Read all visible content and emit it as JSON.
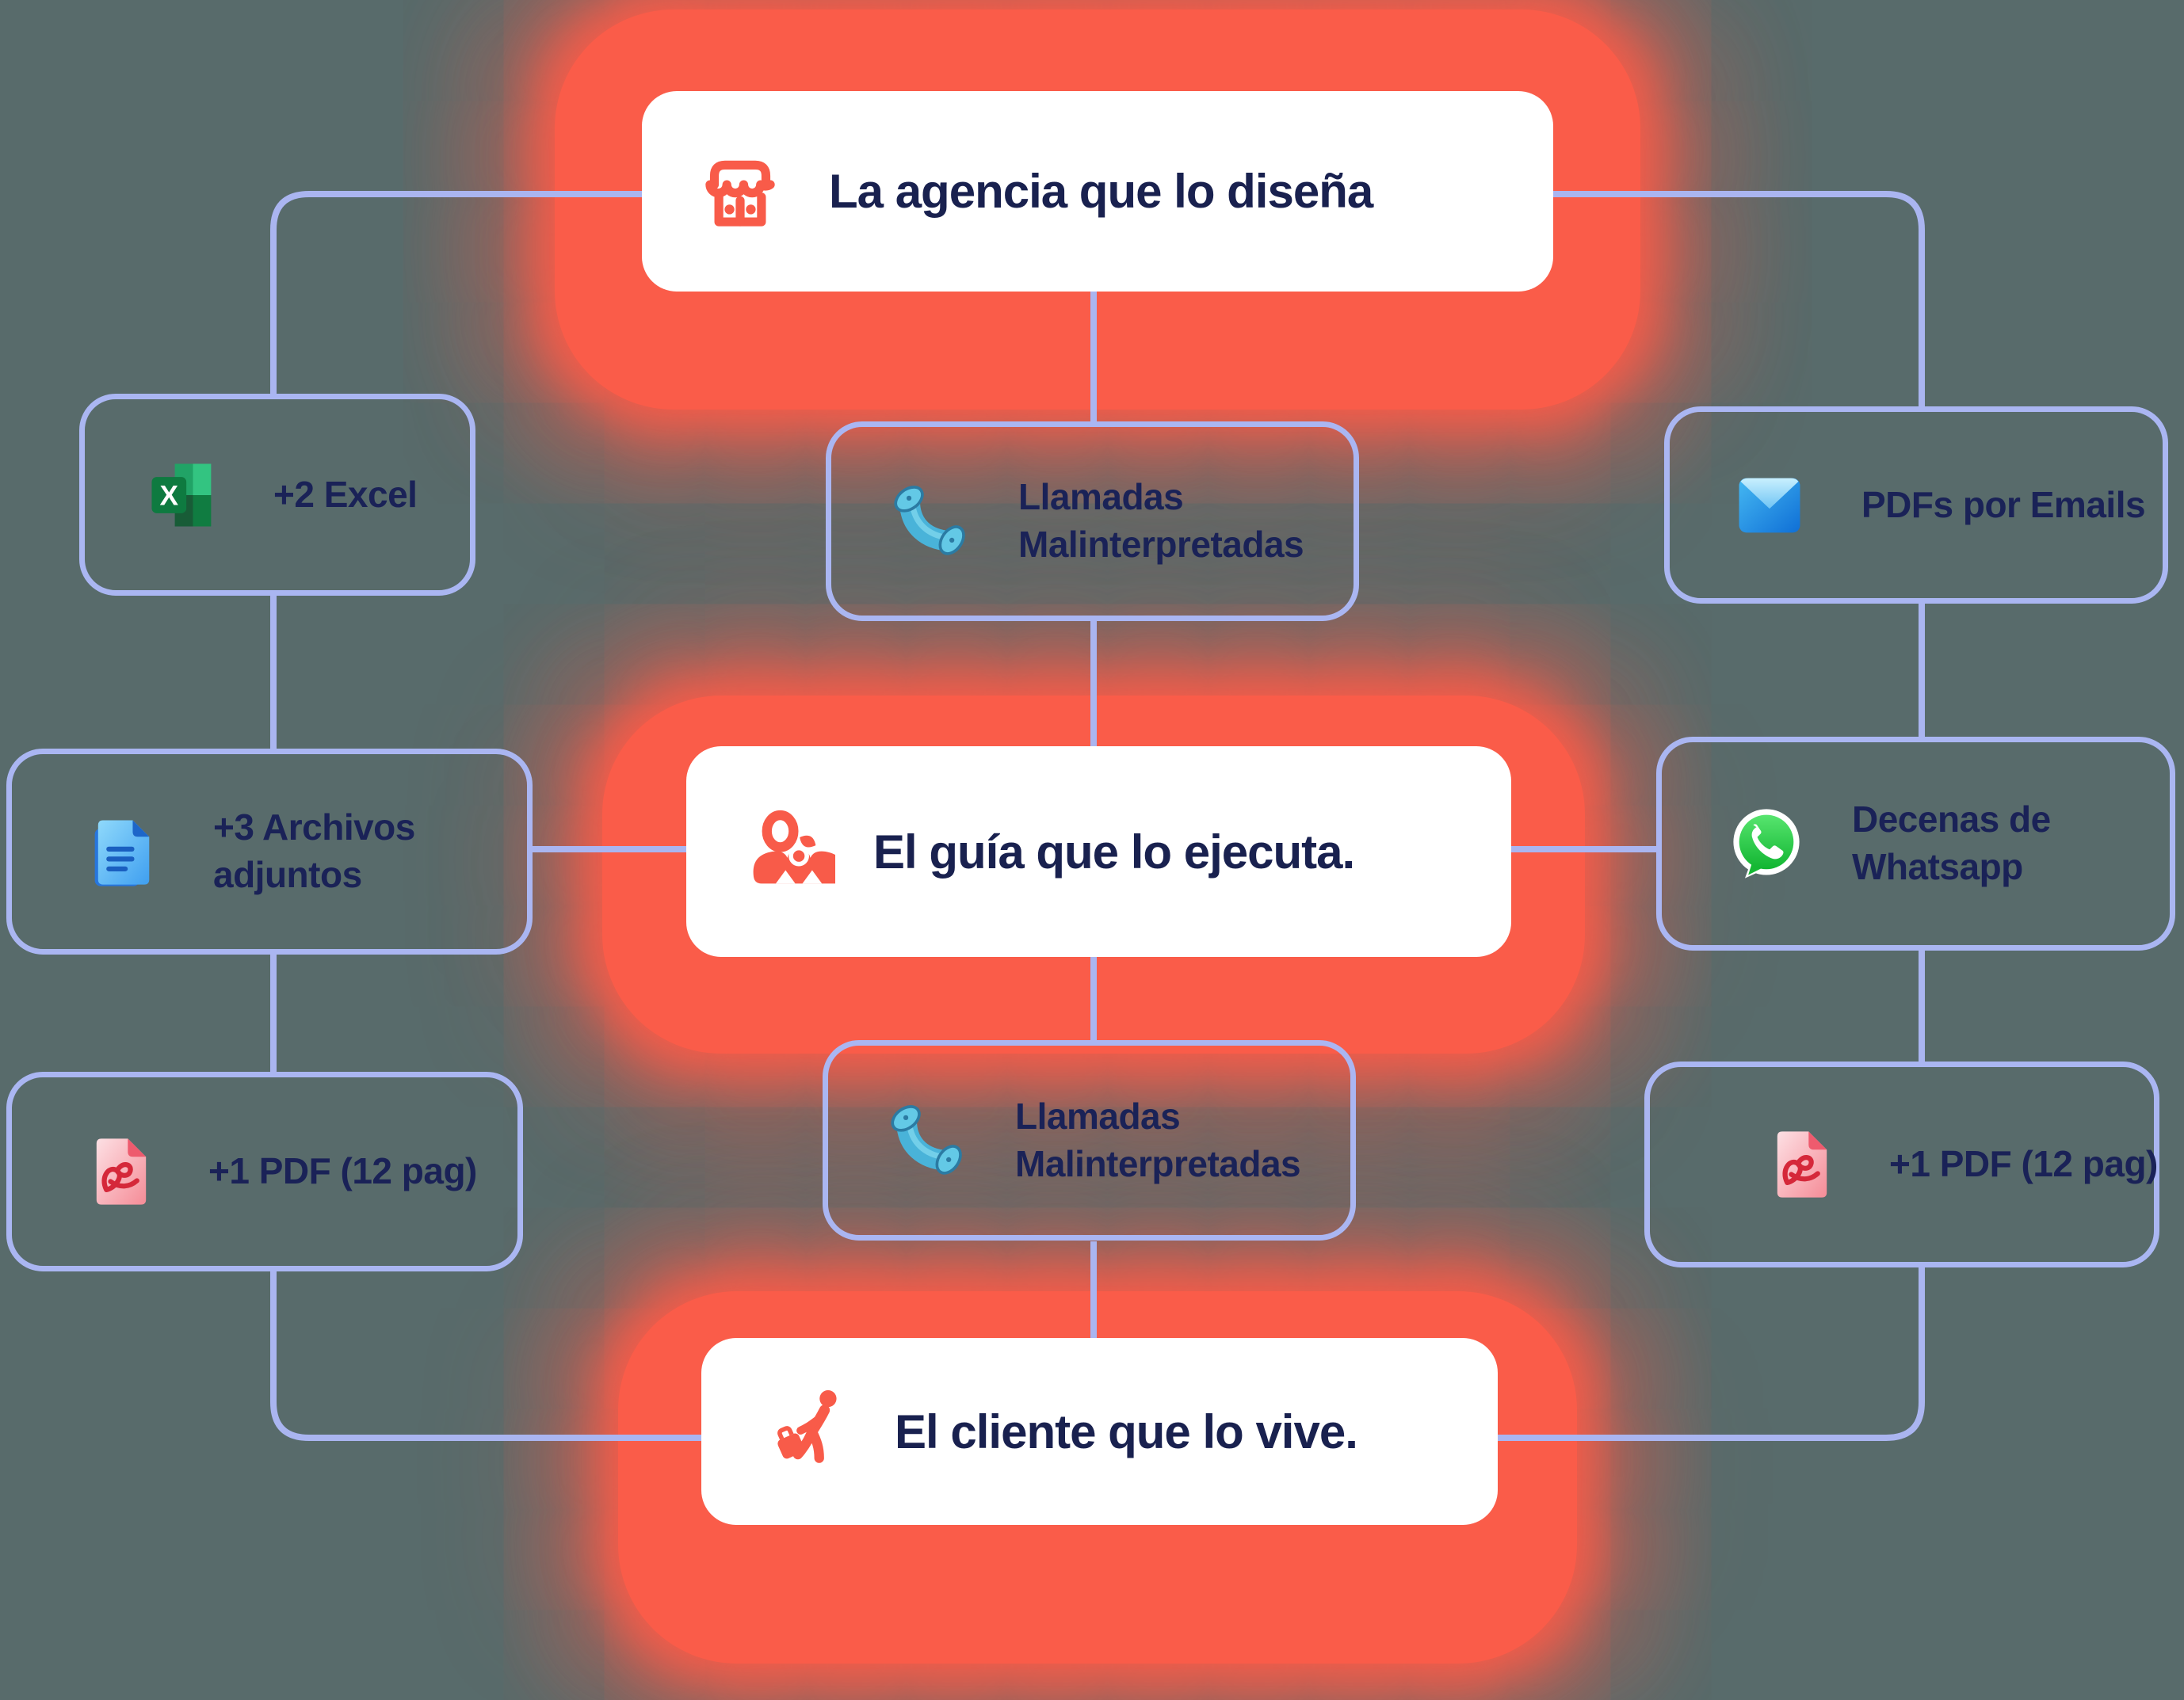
{
  "colors": {
    "background": "#586b6b",
    "glow_red": "#fa5c49",
    "accent_red": "#f85b49",
    "navy_text": "#19214f",
    "lavender_line": "#aab5f0",
    "card_white": "#ffffff",
    "excel_green": "#107c41",
    "whatsapp_green": "#25d366",
    "doc_blue": "#2f8fe8",
    "pdf_pink": "#f58c97",
    "phone_blue": "#49b3d9"
  },
  "nodes": {
    "agency": {
      "title": "La agencia que lo diseña",
      "icon": "storefront-icon"
    },
    "guide": {
      "title": "El guía que lo ejecuta.",
      "icon": "tour-guide-icon"
    },
    "client": {
      "title": "El cliente que lo vive.",
      "icon": "traveler-icon"
    }
  },
  "channels": {
    "excel": {
      "line1": "+2 Excel",
      "line2": "",
      "icon": "excel-icon"
    },
    "attachments": {
      "line1": "+3 Archivos",
      "line2": "adjuntos",
      "icon": "document-icon"
    },
    "pdf_left": {
      "line1": "+1 PDF (12 pag)",
      "line2": "",
      "icon": "pdf-icon"
    },
    "calls_top": {
      "line1": "Llamadas",
      "line2": "Malinterpretadas",
      "icon": "phone-receiver-icon"
    },
    "calls_bottom": {
      "line1": "Llamadas",
      "line2": "Malinterpretadas",
      "icon": "phone-receiver-icon"
    },
    "emails": {
      "line1": "PDFs por Emails",
      "line2": "",
      "icon": "envelope-icon"
    },
    "whatsapp": {
      "line1": "Decenas de",
      "line2": "Whatsapp",
      "icon": "whatsapp-icon"
    },
    "pdf_right": {
      "line1": "+1 PDF (12 pag)",
      "line2": "",
      "icon": "pdf-icon"
    }
  }
}
